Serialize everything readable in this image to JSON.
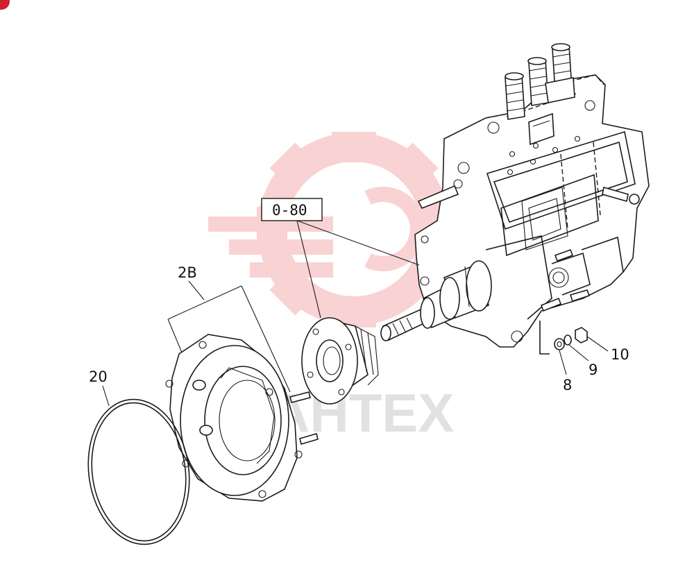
{
  "watermark": {
    "brand_text": "AHTEX",
    "logo_color": "#e8393b",
    "text_color": "#bdbdbd"
  },
  "corner_badge": {
    "color": "#d0202c"
  },
  "callouts": {
    "ref_group": "0-80",
    "cover_assembly": "2B",
    "o_ring": "20",
    "washer": "8",
    "lock_washer": "9",
    "nut": "10"
  }
}
